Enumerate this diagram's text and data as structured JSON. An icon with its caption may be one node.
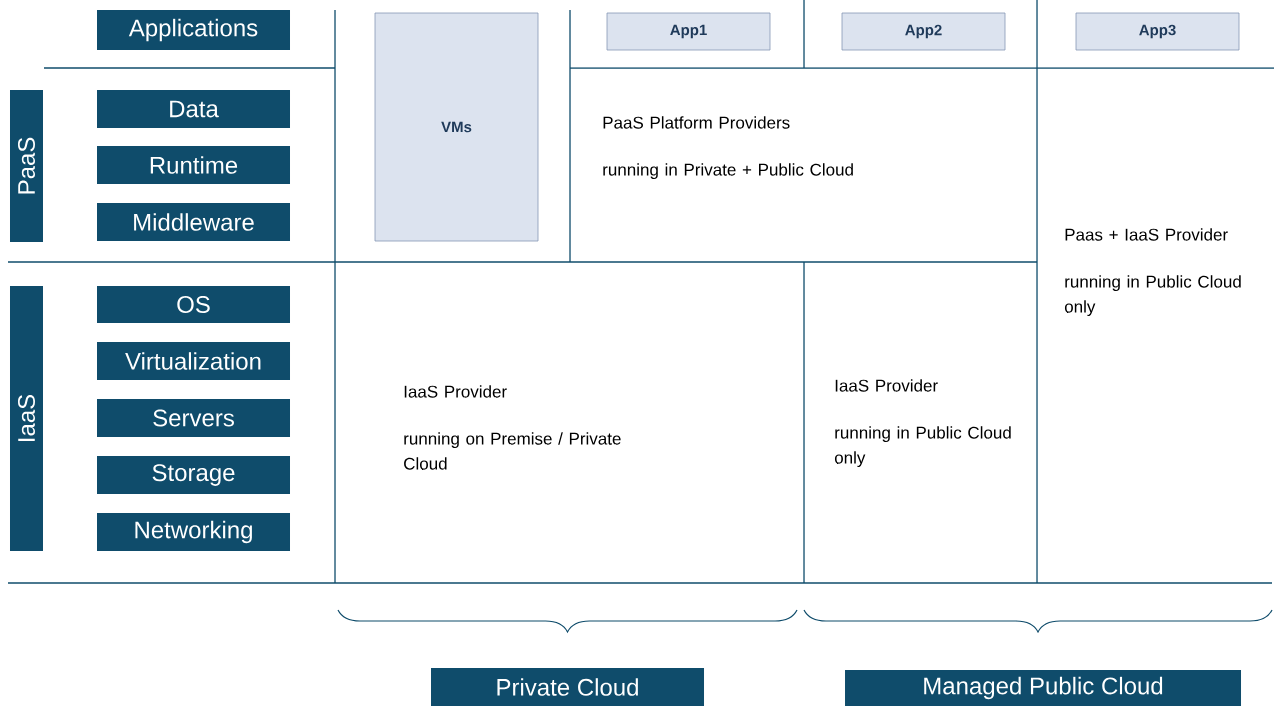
{
  "diagram": {
    "nodes": [
      {
        "text": [
          "Applications"
        ]
      },
      {
        "text": [
          "PaaS"
        ]
      },
      {
        "text": [
          "Data"
        ]
      },
      {
        "text": [
          "Runtime"
        ]
      },
      {
        "text": [
          "Middleware"
        ]
      },
      {
        "text": [
          "IaaS"
        ]
      },
      {
        "text": [
          "OS"
        ]
      },
      {
        "text": [
          "Virtualization"
        ]
      },
      {
        "text": [
          "Servers"
        ]
      },
      {
        "text": [
          "Storage"
        ]
      },
      {
        "text": [
          "Networking"
        ]
      },
      {
        "text": [
          "VMs"
        ]
      },
      {
        "text": [
          "App1"
        ]
      },
      {
        "text": [
          "App2"
        ]
      },
      {
        "text": [
          "App3"
        ]
      },
      {
        "text": [
          "PaaS Platform Providers",
          "running in Private + Public Cloud"
        ]
      },
      {
        "text": [
          "IaaS Provider",
          "running on Premise / Private Cloud"
        ]
      },
      {
        "text": [
          "IaaS Provider",
          "running in Public Cloud only"
        ]
      },
      {
        "text": [
          "Paas + IaaS Provider",
          "running in Public Cloud only"
        ]
      },
      {
        "text": [
          "Private Cloud"
        ]
      },
      {
        "text": [
          "Managed Public Cloud"
        ]
      }
    ]
  }
}
